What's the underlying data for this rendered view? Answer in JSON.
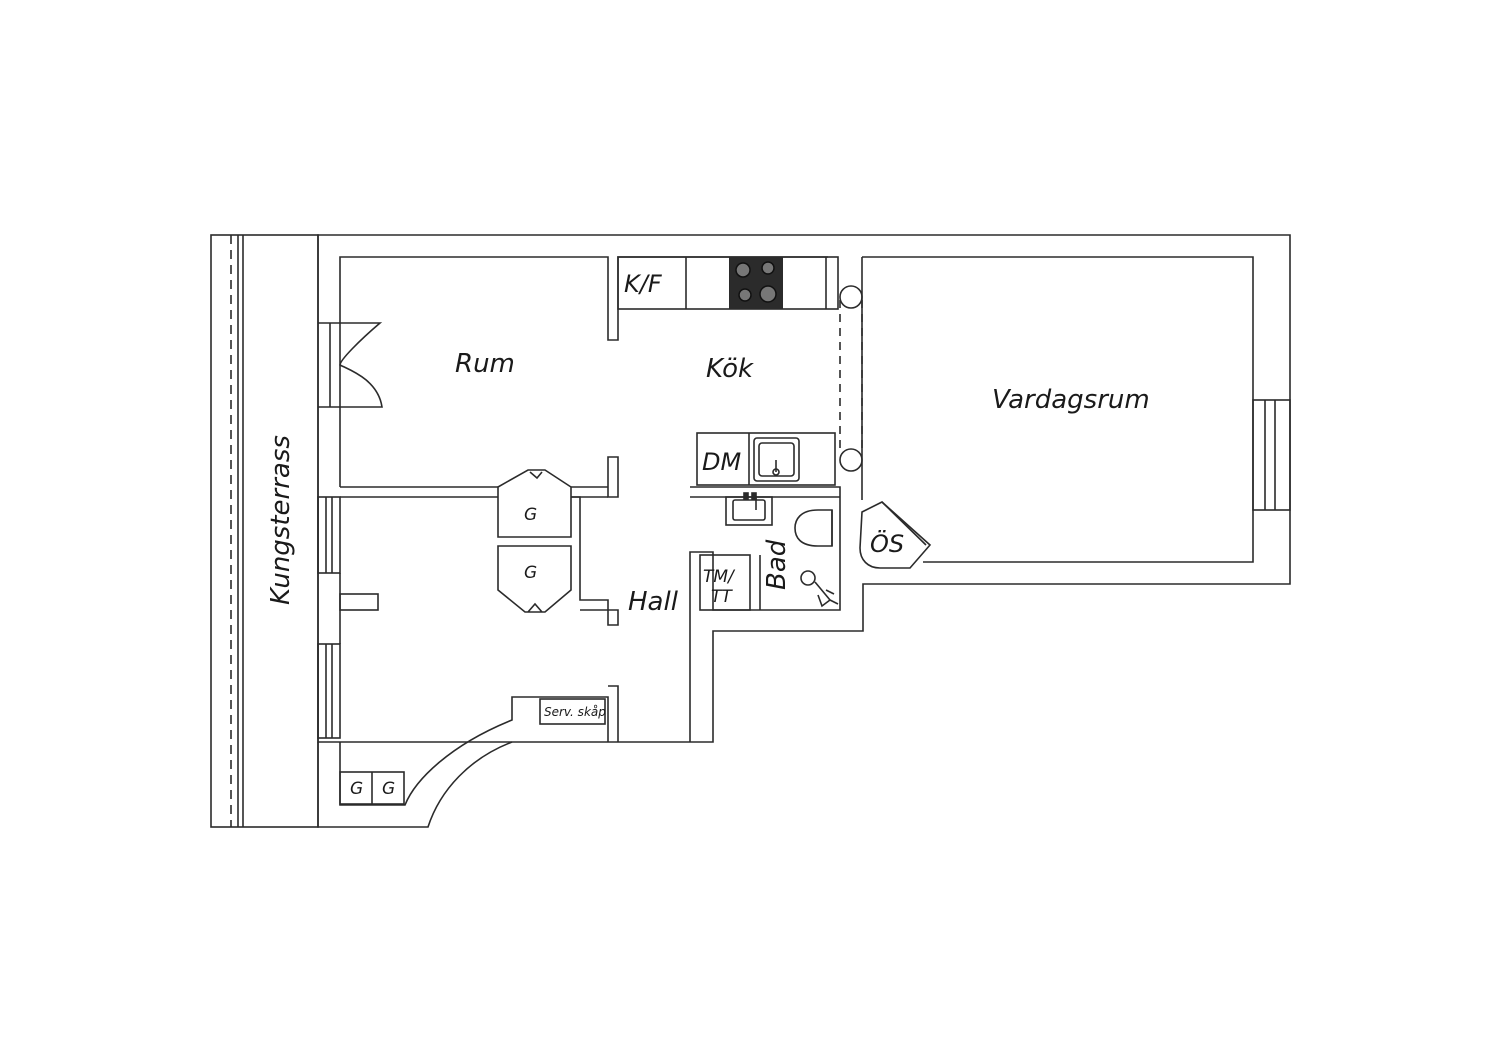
{
  "plan": {
    "rooms": {
      "rum": "Rum",
      "kok": "Kök",
      "vardagsrum": "Vardagsrum",
      "hall": "Hall",
      "bad": "Bad",
      "kungsterrass": "Kungsterrass"
    },
    "fixtures": {
      "kf": "K/F",
      "dm": "DM",
      "tm": "TM/",
      "tt": "TT",
      "os": "ÖS",
      "g": "G",
      "serv": "Serv. skåp"
    }
  }
}
